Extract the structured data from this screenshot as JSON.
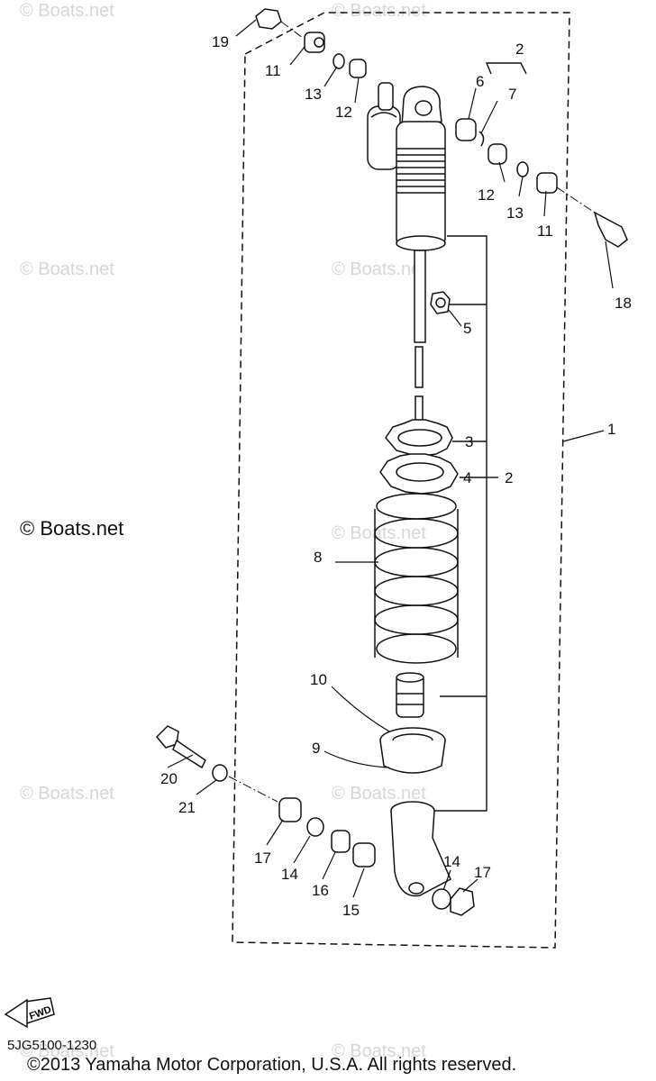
{
  "watermark": "© Boats.net",
  "brand_label": "© Boats.net",
  "diagram_code": "5JG5100-1230",
  "copyright": "©2013 Yamaha Motor Corporation, U.S.A. All rights reserved.",
  "fwd_label": "FWD",
  "callouts": {
    "c1": "1",
    "c2a": "2",
    "c2b": "2",
    "c3": "3",
    "c4": "4",
    "c5": "5",
    "c6": "6",
    "c7": "7",
    "c8": "8",
    "c9": "9",
    "c10": "10",
    "c11a": "11",
    "c11b": "11",
    "c12a": "12",
    "c12b": "12",
    "c13a": "13",
    "c13b": "13",
    "c14a": "14",
    "c14b": "14",
    "c15": "15",
    "c16": "16",
    "c17a": "17",
    "c17b": "17",
    "c18": "18",
    "c19": "19",
    "c20": "20",
    "c21": "21"
  }
}
